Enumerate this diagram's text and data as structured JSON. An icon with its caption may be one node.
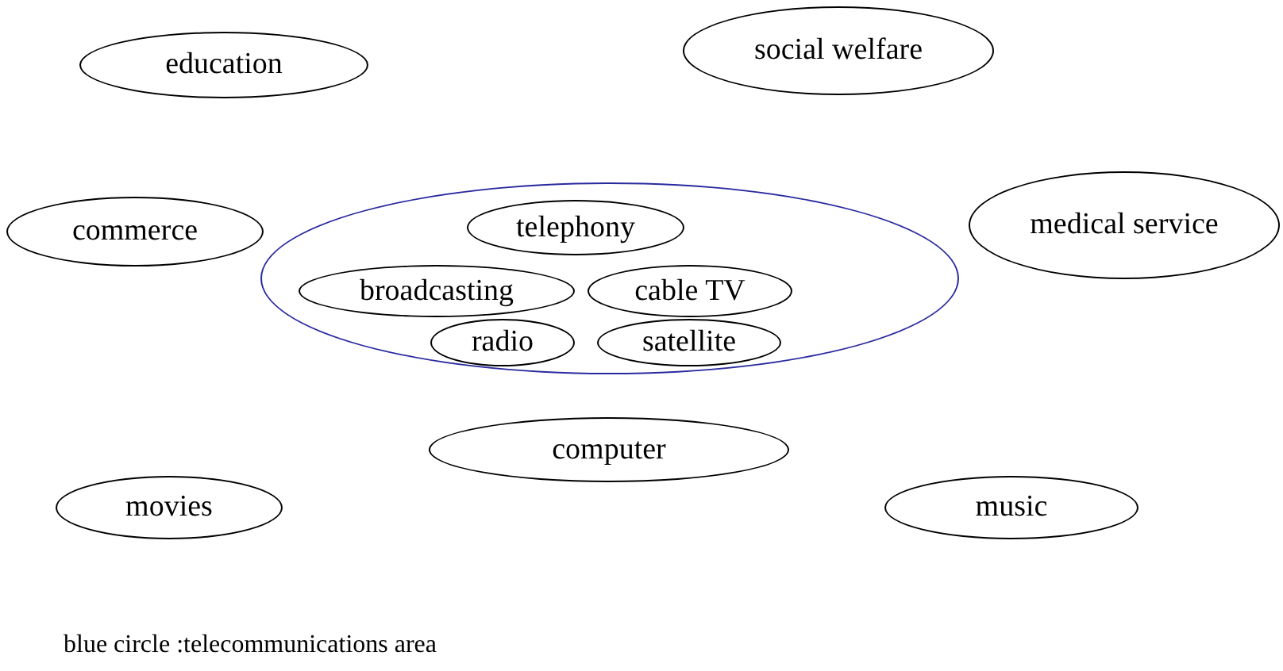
{
  "diagram": {
    "nodes": [
      {
        "text": [
          "education"
        ]
      },
      {
        "text": [
          "social welfare"
        ]
      },
      {
        "text": [
          "commerce"
        ]
      },
      {
        "text": [],
        "shape": "circle"
      },
      {
        "text": [
          "telephony"
        ],
        "in": 3
      },
      {
        "text": [
          "broadcasting"
        ],
        "in": 3
      },
      {
        "text": [
          "cable TV"
        ],
        "in": 3
      },
      {
        "text": [
          "radio"
        ],
        "in": 3
      },
      {
        "text": [
          "satellite"
        ],
        "in": 3
      },
      {
        "text": [
          "medical service"
        ]
      },
      {
        "text": [
          "computer"
        ]
      },
      {
        "text": [
          "movies"
        ]
      },
      {
        "text": [
          "music"
        ]
      }
    ],
    "labels": [
      "blue circle :telecommunications area"
    ]
  }
}
